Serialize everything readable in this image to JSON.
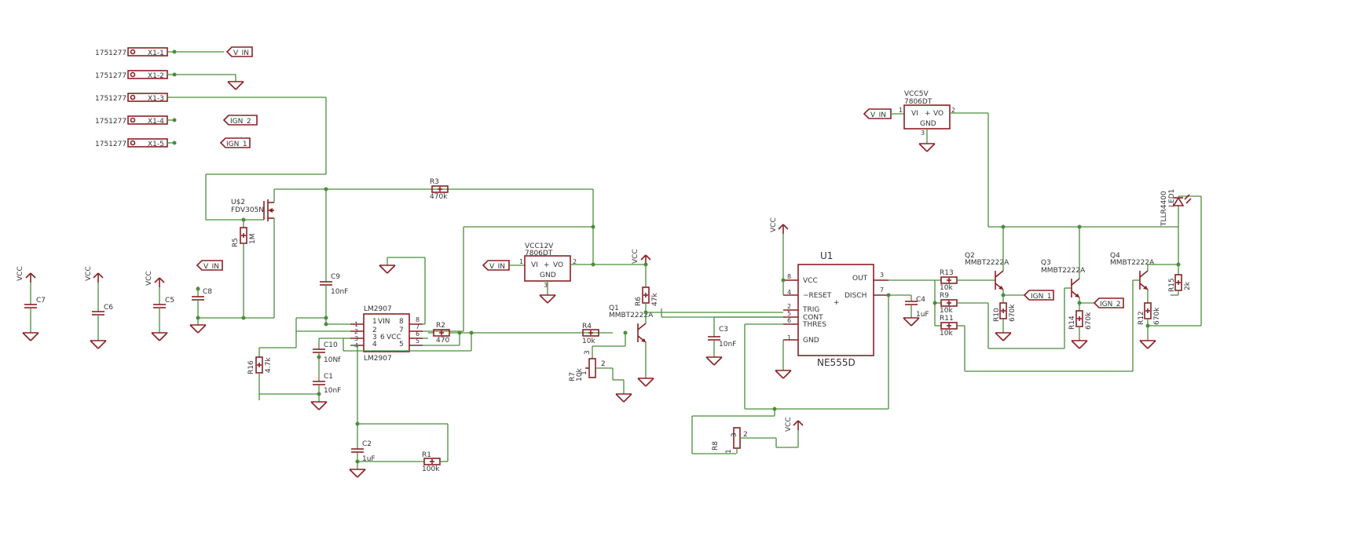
{
  "connectors": [
    {
      "ref": "1751277",
      "pin": "X1-1"
    },
    {
      "ref": "1751277",
      "pin": "X1-2"
    },
    {
      "ref": "1751277",
      "pin": "X1-3"
    },
    {
      "ref": "1751277",
      "pin": "X1-4"
    },
    {
      "ref": "1751277",
      "pin": "X1-5"
    }
  ],
  "net_labels": {
    "v_in": "V_IN",
    "ign_1": "IGN_1",
    "ign_2": "IGN_2"
  },
  "supply": {
    "vcc": "VCC"
  },
  "caps_left": {
    "c7": "C7",
    "c6": "C6",
    "c5": "C5",
    "c8": "C8"
  },
  "mosfet": {
    "ref": "U$2",
    "value": "FDV305N"
  },
  "resistors": {
    "r1": {
      "ref": "R1",
      "value": "100k"
    },
    "r2": {
      "ref": "R2",
      "value": "470"
    },
    "r3": {
      "ref": "R3",
      "value": "470k"
    },
    "r4": {
      "ref": "R4",
      "value": "10k"
    },
    "r5": {
      "ref": "R5",
      "value": "1M"
    },
    "r6": {
      "ref": "R6",
      "value": "47k"
    },
    "r7": {
      "ref": "R7",
      "value": "10k"
    },
    "r8": {
      "ref": "R8"
    },
    "r9": {
      "ref": "R9",
      "value": "10k"
    },
    "r10": {
      "ref": "R10",
      "value": "670k"
    },
    "r11": {
      "ref": "R11",
      "value": "10k"
    },
    "r12": {
      "ref": "R12",
      "value": "670k"
    },
    "r13": {
      "ref": "R13",
      "value": "10k"
    },
    "r14": {
      "ref": "R14",
      "value": "670k"
    },
    "r15": {
      "ref": "R15",
      "value": "2k"
    },
    "r16": {
      "ref": "R16",
      "value": "4.7k"
    }
  },
  "capacitors": {
    "c1": {
      "ref": "C1",
      "value": "10nF"
    },
    "c2": {
      "ref": "C2",
      "value": "1uF"
    },
    "c3": {
      "ref": "C3",
      "value": "10nF"
    },
    "c4": {
      "ref": "C4",
      "value": "1uF"
    },
    "c9": {
      "ref": "C9",
      "value": "10nF"
    },
    "c10": {
      "ref": "C10",
      "value": "10Nf"
    }
  },
  "pot_pins": {
    "p1": "1",
    "p2": "2",
    "p3": "3"
  },
  "lm2907": {
    "name": "LM2907",
    "pins": {
      "p1": "1",
      "p2": "2",
      "p3": "3",
      "p4": "4",
      "p5": "5",
      "p6": "6",
      "p7": "7",
      "p8": "8"
    },
    "vin": "VIN",
    "vcc": "VCC"
  },
  "reg12": {
    "net": "VCC12V",
    "part": "7806DT",
    "vi": "VI",
    "vo": "VO",
    "plus": "+",
    "gnd": "GND",
    "pin1": "1",
    "pin2": "2",
    "pin3": "3"
  },
  "reg5": {
    "net": "VCC5V",
    "part": "7806DT",
    "vi": "VI",
    "vo": "VO",
    "plus": "+",
    "gnd": "GND",
    "pin1": "1",
    "pin2": "2",
    "pin3": "3"
  },
  "transistors": {
    "q1": {
      "ref": "Q1",
      "part": "MMBT2222A"
    },
    "q2": {
      "ref": "Q2",
      "part": "MMBT2222A"
    },
    "q3": {
      "ref": "Q3",
      "part": "MMBT2222A"
    },
    "q4": {
      "ref": "Q4",
      "part": "MMBT2222A"
    }
  },
  "ne555": {
    "ref": "U1",
    "part": "NE555D",
    "pins": {
      "vcc": "VCC",
      "reset": "~RESET",
      "trig": "TRIG",
      "cont": "CONT",
      "thres": "THRES",
      "gnd": "GND",
      "out": "OUT",
      "disch": "DISCH",
      "plus": "+"
    },
    "nums": {
      "n8": "8",
      "n4": "4",
      "n2": "2",
      "n5": "5",
      "n6": "6",
      "n1": "1",
      "n3": "3",
      "n7": "7"
    }
  },
  "led": {
    "ref": "LED1",
    "part": "TLLR4400"
  }
}
